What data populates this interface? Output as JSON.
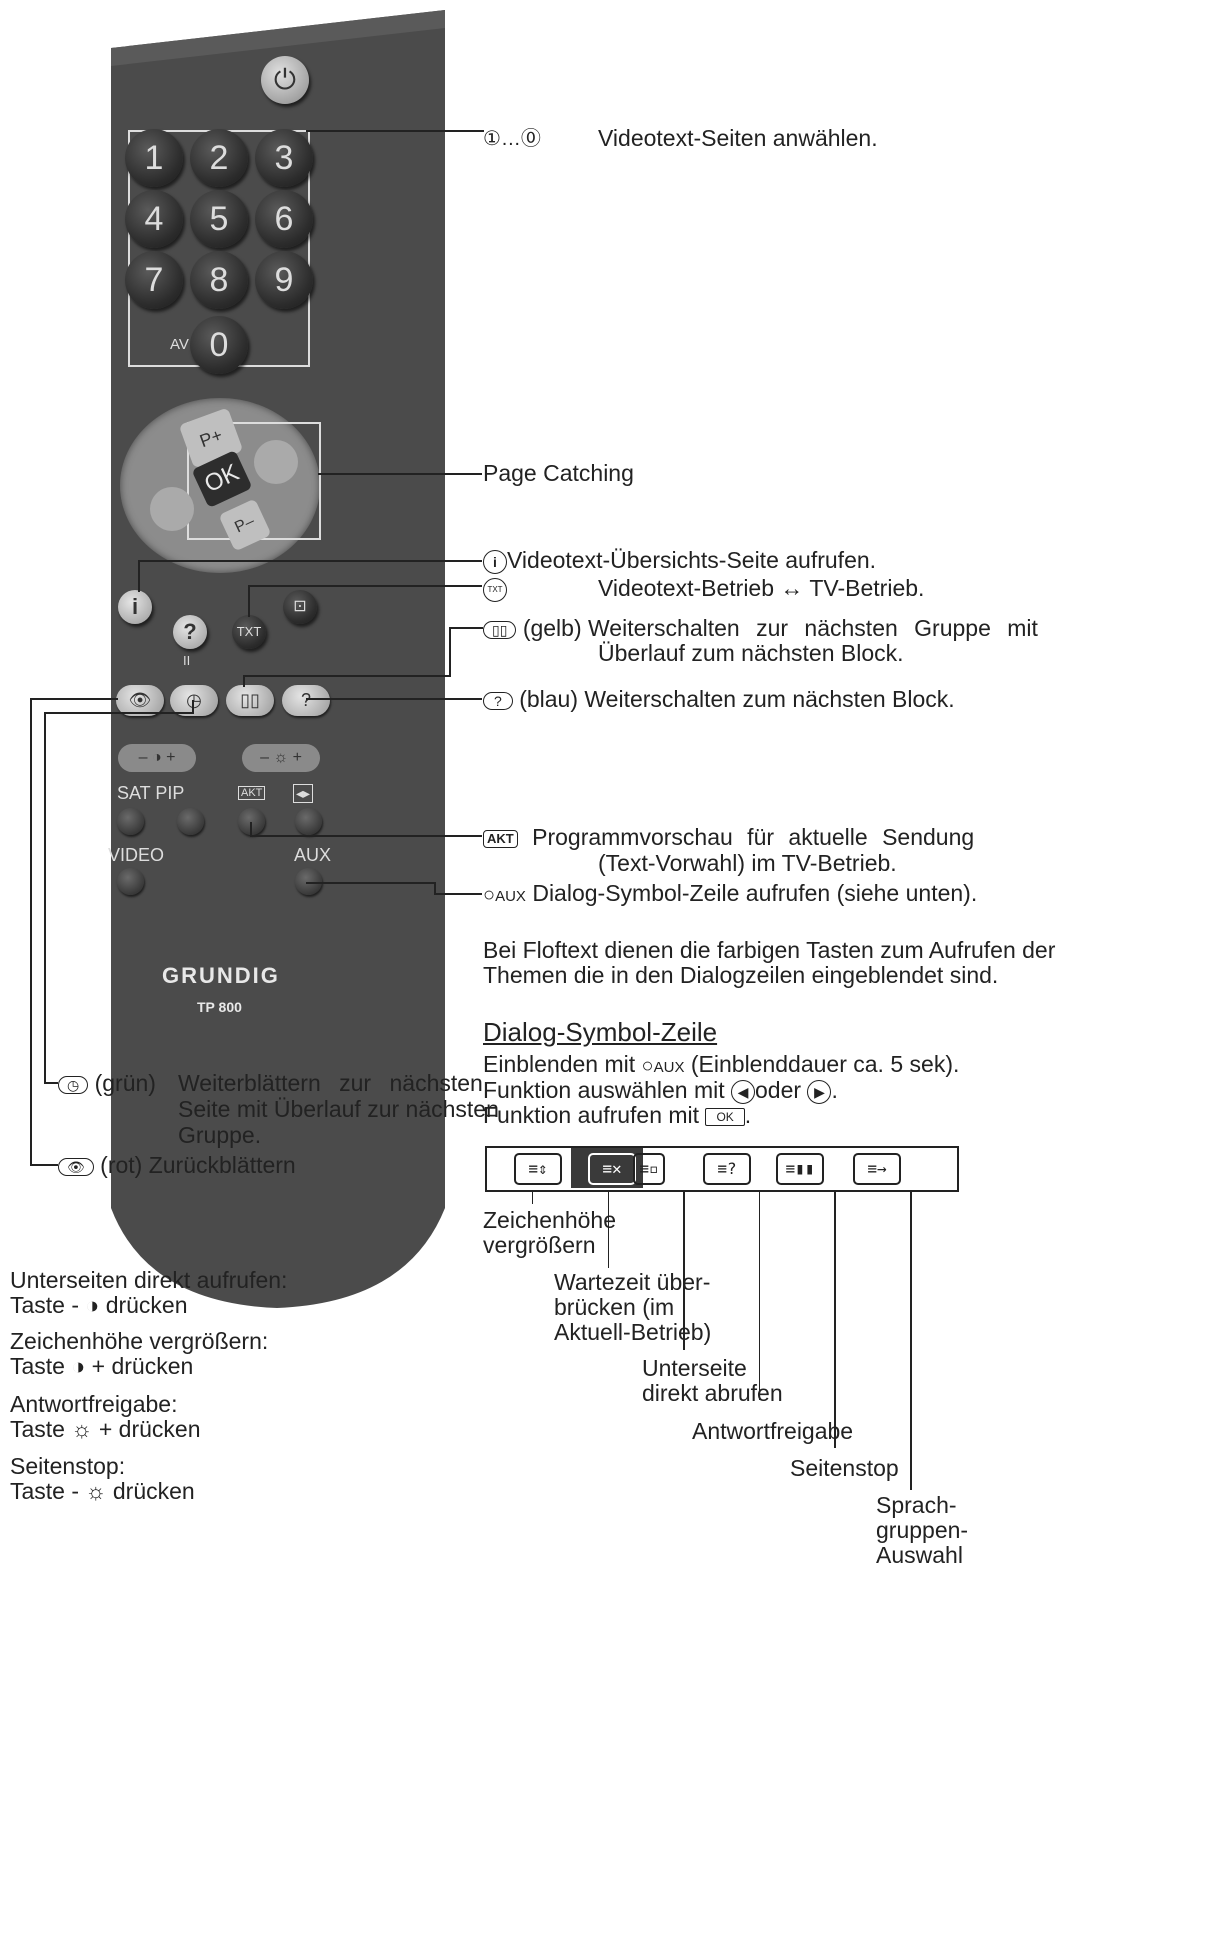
{
  "remote": {
    "brand": "GRUNDIG",
    "model": "TP 800",
    "power_symbol": "⏻",
    "digits": [
      "1",
      "2",
      "3",
      "4",
      "5",
      "6",
      "7",
      "8",
      "9",
      "0"
    ],
    "av_label": "AV",
    "pplus": "P+",
    "pminus": "P–",
    "ok": "OK",
    "info": "i",
    "help": "?",
    "txt": "TXT",
    "pause": "II",
    "sat_pip": "SAT PIP",
    "video": "VIDEO",
    "aux": "AUX",
    "akt": "AKT",
    "minus": "–",
    "plus": "+"
  },
  "callouts": {
    "digits_sym": "①…⓪",
    "digits_text": "Videotext-Seiten anwählen.",
    "page_catching": "Page Catching",
    "info_sym": "i",
    "info_text": "Videotext-Übersichts-Seite aufrufen.",
    "txt_sym": "TXT",
    "txt_text": "Videotext-Betrieb ↔ TV-Betrieb.",
    "yellow_color": "(gelb)",
    "yellow_line1": "Weiterschalten zur nächsten Gruppe mit",
    "yellow_line2": "Überlauf zum nächsten Block.",
    "blue_text": "(blau) Weiterschalten zum nächsten Block.",
    "akt_sym": "AKT",
    "akt_line1": "Programmvorschau für aktuelle Sendung",
    "akt_line2": "(Text-Vorwahl) im TV-Betrieb.",
    "aux_sym": "AUX",
    "aux_text": "Dialog-Symbol-Zeile aufrufen (siehe unten).",
    "flof_line1": "Bei Floftext dienen die farbigen Tasten zum Aufrufen der",
    "flof_line2": "Themen die in den Dialogzeilen eingeblendet sind.",
    "green_color": "(grün)",
    "green_line1": "Weiterblättern zur nächsten",
    "green_line2": "Seite mit Überlauf zur nächsten",
    "green_line3": "Gruppe.",
    "red_text": "(rot) Zurückblättern"
  },
  "dialog": {
    "heading": "Dialog-Symbol-Zeile",
    "line1_pre": "Einblenden mit",
    "line1_aux": "AUX",
    "line1_post": "(Einblenddauer ca. 5 sek).",
    "line2_pre": "Funktion auswählen mit",
    "line2_mid": "oder",
    "line2_post": ".",
    "line3_pre": "Funktion aufrufen mit",
    "line3_ok": "OK",
    "line3_post": ".",
    "icons": [
      "≡⇕",
      "≡✕",
      "≡▫",
      "≡?",
      "≡▮▮",
      "≡→"
    ],
    "labels": {
      "l1a": "Zeichenhöhe",
      "l1b": "vergrößern",
      "l2a": "Wartezeit über-",
      "l2b": "brücken (im",
      "l2c": "Aktuell-Betrieb)",
      "l3a": "Unterseite",
      "l3b": "direkt abrufen",
      "l4": "Antwortfreigabe",
      "l5": "Seitenstop",
      "l6a": "Sprach-",
      "l6b": "gruppen-",
      "l6c": "Auswahl"
    }
  },
  "notes": {
    "n1_title": "Unterseiten direkt aufrufen:",
    "n1_text": "Taste - ◑ drücken",
    "n2_title": "Zeichenhöhe vergrößern:",
    "n2_text": "Taste ◑ + drücken",
    "n3_title": "Antwortfreigabe:",
    "n3_text": "Taste ☼ + drücken",
    "n4_title": "Seitenstop:",
    "n4_text": "Taste - ☼ drücken"
  }
}
